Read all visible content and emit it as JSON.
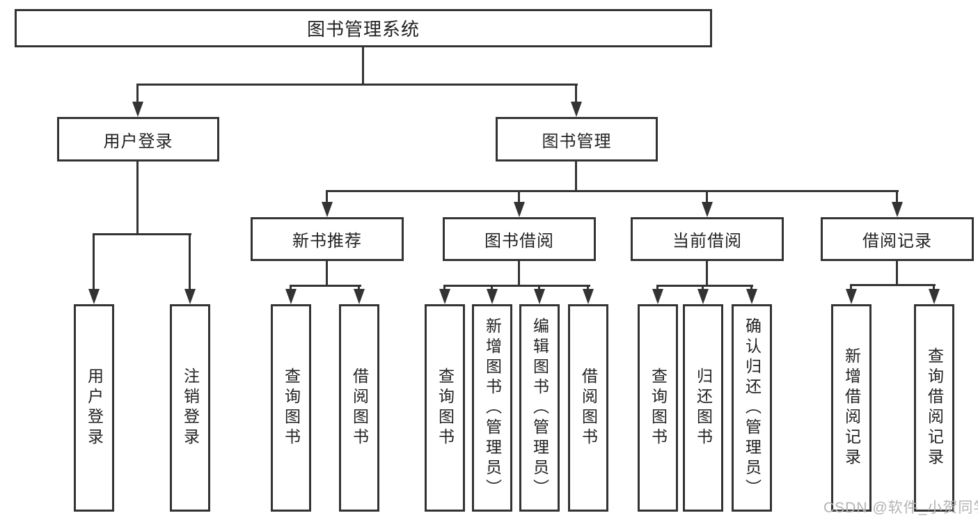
{
  "diagram": {
    "root": "图书管理系统",
    "level2": {
      "user_login": "用户登录",
      "book_mgmt": "图书管理"
    },
    "level3": {
      "new_books": "新书推荐",
      "borrowing": "图书借阅",
      "current": "当前借阅",
      "records": "借阅记录"
    },
    "leaves": {
      "user_login": "用户登录",
      "logout": "注销登录",
      "nb_query": "查询图书",
      "nb_borrow": "借阅图书",
      "bb_query": "查询图书",
      "bb_add": "新增图书（管理员）",
      "bb_edit": "编辑图书（管理员）",
      "bb_borrow": "借阅图书",
      "cb_query": "查询图书",
      "cb_return": "归还图书",
      "cb_confirm": "确认归还（管理员）",
      "br_add": "新增借阅记录",
      "br_query": "查询借阅记录"
    }
  },
  "watermark": "CSDN @软件_小贺同学",
  "colors": {
    "line": "#333333",
    "text": "#222222",
    "watermark": "#b3b3b3",
    "background": "#ffffff"
  }
}
